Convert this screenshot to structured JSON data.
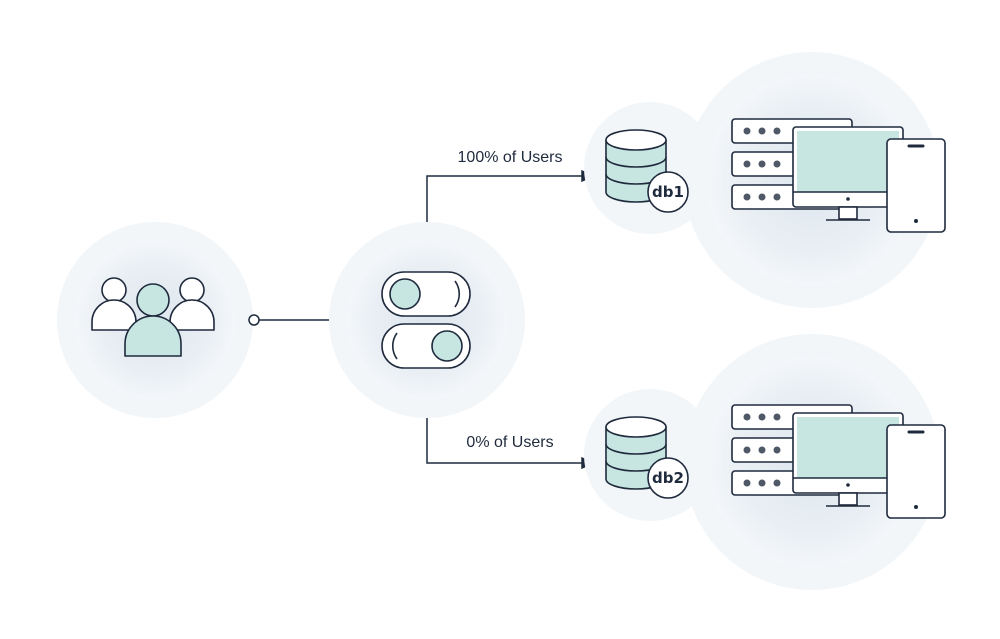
{
  "routes": [
    {
      "label": "100% of Users",
      "database": "db1"
    },
    {
      "label": "0% of Users",
      "database": "db2"
    }
  ],
  "colors": {
    "stroke": "#1f2a3d",
    "accent": "#c7e6e2",
    "halo_outer": "#f3f6f9",
    "halo_inner": "#e6edf3",
    "dots": "#4f5866"
  }
}
